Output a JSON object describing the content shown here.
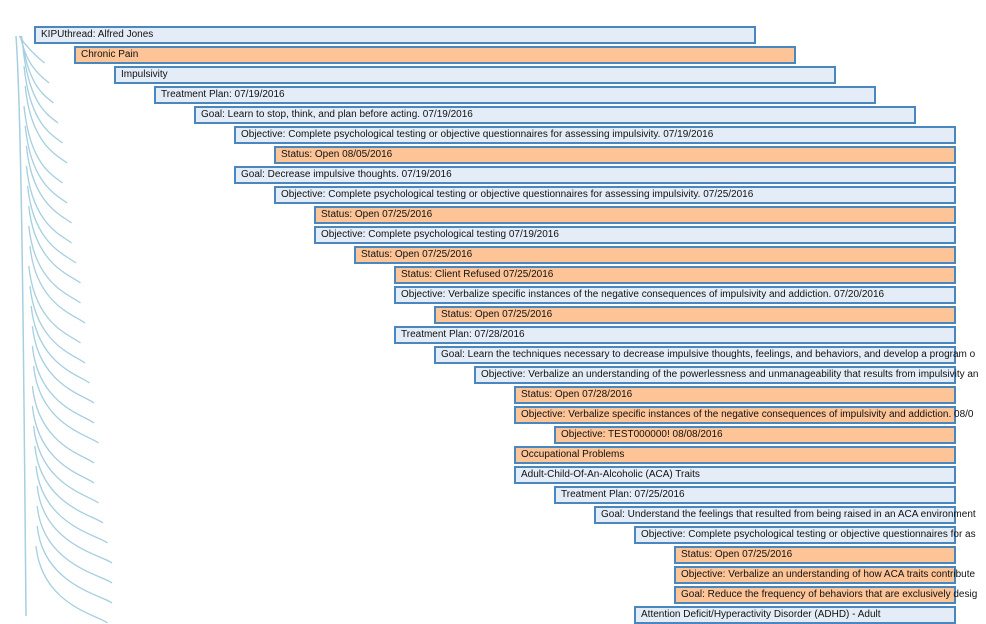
{
  "colors": {
    "blue_fill": "#e4edf7",
    "orange_fill": "#fdc497",
    "border": "#4a87bf",
    "link": "#a6cfe0"
  },
  "nodes": [
    {
      "label": "KIPUthread: Alfred Jones",
      "depth": 0,
      "color": "blue"
    },
    {
      "label": "Chronic Pain",
      "depth": 1,
      "color": "orange"
    },
    {
      "label": "Impulsivity",
      "depth": 2,
      "color": "blue"
    },
    {
      "label": "Treatment Plan: 07/19/2016",
      "depth": 3,
      "color": "blue"
    },
    {
      "label": "Goal: Learn to stop, think, and plan before acting. 07/19/2016",
      "depth": 4,
      "color": "blue"
    },
    {
      "label": "Objective: Complete psychological testing or objective questionnaires for assessing impulsivity. 07/19/2016",
      "depth": 5,
      "color": "blue"
    },
    {
      "label": "Status: Open 08/05/2016",
      "depth": 6,
      "color": "orange"
    },
    {
      "label": "Goal: Decrease impulsive thoughts. 07/19/2016",
      "depth": 5,
      "color": "blue"
    },
    {
      "label": "Objective: Complete psychological testing or objective questionnaires for assessing impulsivity. 07/25/2016",
      "depth": 6,
      "color": "blue"
    },
    {
      "label": "Status: Open 07/25/2016",
      "depth": 7,
      "color": "orange"
    },
    {
      "label": "Objective: Complete psychological testing 07/19/2016",
      "depth": 7,
      "color": "blue"
    },
    {
      "label": "Status: Open 07/25/2016",
      "depth": 8,
      "color": "orange"
    },
    {
      "label": "Status: Client Refused 07/25/2016",
      "depth": 9,
      "color": "orange"
    },
    {
      "label": "Objective: Verbalize specific instances of the negative consequences of impulsivity and addiction. 07/20/2016",
      "depth": 9,
      "color": "blue"
    },
    {
      "label": "Status: Open 07/25/2016",
      "depth": 10,
      "color": "orange"
    },
    {
      "label": "Treatment Plan: 07/28/2016",
      "depth": 9,
      "color": "blue"
    },
    {
      "label": "Goal: Learn the techniques necessary to decrease impulsive thoughts, feelings, and behaviors, and develop a program o",
      "depth": 10,
      "color": "blue"
    },
    {
      "label": "Objective: Verbalize an understanding of the powerlessness and unmanageability that results from impulsivity an",
      "depth": 11,
      "color": "blue"
    },
    {
      "label": "Status: Open 07/28/2016",
      "depth": 12,
      "color": "orange"
    },
    {
      "label": "Objective: Verbalize specific instances of the negative consequences of impulsivity and addiction. 08/0",
      "depth": 12,
      "color": "orange"
    },
    {
      "label": "Objective: TEST000000! 08/08/2016",
      "depth": 13,
      "color": "orange"
    },
    {
      "label": "Occupational Problems",
      "depth": 12,
      "color": "orange"
    },
    {
      "label": "Adult-Child-Of-An-Alcoholic (ACA) Traits",
      "depth": 12,
      "color": "blue"
    },
    {
      "label": "Treatment Plan: 07/25/2016",
      "depth": 13,
      "color": "blue"
    },
    {
      "label": "Goal: Understand the feelings that resulted from being raised in an ACA environment",
      "depth": 14,
      "color": "blue"
    },
    {
      "label": "Objective: Complete psychological testing or objective questionnaires for as",
      "depth": 15,
      "color": "blue"
    },
    {
      "label": "Status: Open 07/25/2016",
      "depth": 16,
      "color": "orange"
    },
    {
      "label": "Objective: Verbalize an understanding of how ACA traits contribute",
      "depth": 16,
      "color": "orange"
    },
    {
      "label": "Goal: Reduce the frequency of behaviors that are exclusively desig",
      "depth": 16,
      "color": "orange"
    },
    {
      "label": "Attention Deficit/Hyperactivity Disorder (ADHD) - Adult",
      "depth": 15,
      "color": "blue"
    }
  ]
}
